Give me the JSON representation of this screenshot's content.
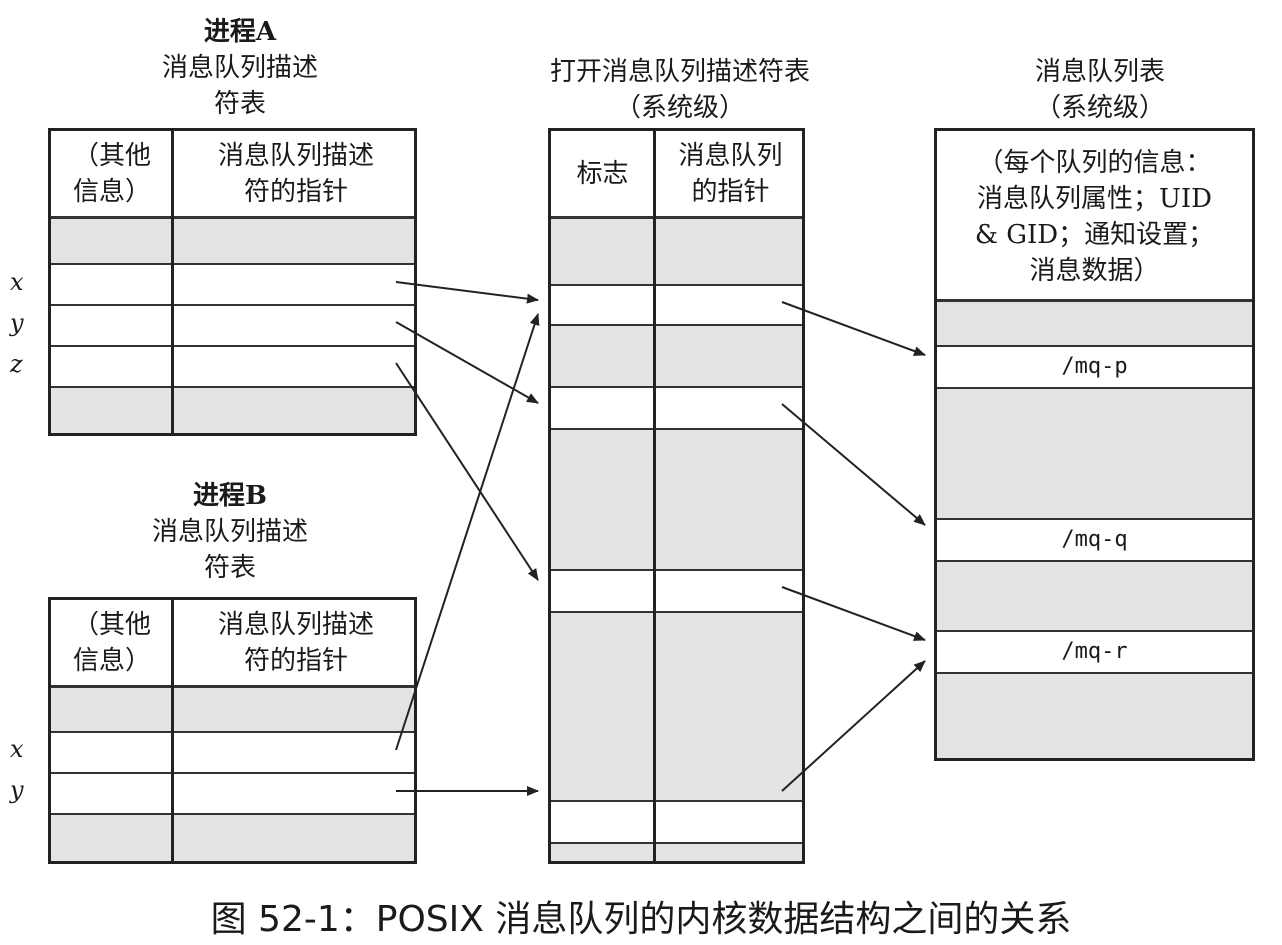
{
  "process_a": {
    "title": [
      "进程A",
      "消息队列描述",
      "符表"
    ],
    "header_col1": [
      "（其他",
      "信息）"
    ],
    "header_col2": [
      "消息队列描述",
      "符的指针"
    ],
    "row_labels": [
      "x",
      "y",
      "z"
    ]
  },
  "process_b": {
    "title": [
      "进程B",
      "消息队列描述",
      "符表"
    ],
    "header_col1": [
      "（其他",
      "信息）"
    ],
    "header_col2": [
      "消息队列描述",
      "符的指针"
    ],
    "row_labels": [
      "x",
      "y"
    ]
  },
  "open_table": {
    "title": [
      "打开消息队列描述符表",
      "（系统级）"
    ],
    "header_col1": [
      "标志"
    ],
    "header_col2": [
      "消息队列",
      "的指针"
    ]
  },
  "queue_table": {
    "title": [
      "消息队列表",
      "（系统级）"
    ],
    "header": [
      "（每个队列的信息：",
      "消息队列属性；UID",
      "& GID；通知设置；",
      "消息数据）"
    ],
    "entries": [
      "/mq-p",
      "/mq-q",
      "/mq-r"
    ]
  },
  "caption": "图 52-1：POSIX 消息队列的内核数据结构之间的关系"
}
